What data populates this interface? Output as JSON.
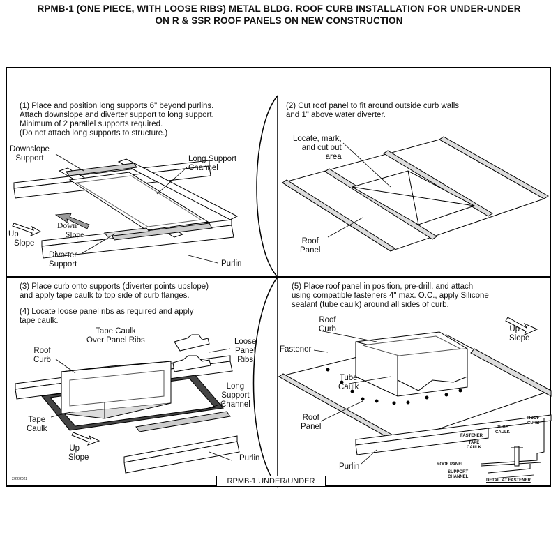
{
  "title": {
    "line1": "RPMB-1 (ONE PIECE, WITH LOOSE RIBS) METAL BLDG. ROOF CURB INSTALLATION FOR UNDER-UNDER",
    "line2": "ON R & SSR ROOF PANELS ON NEW CONSTRUCTION"
  },
  "step1": {
    "lines": [
      "(1) Place and position long supports 6\" beyond purlins.",
      "Attach downslope and diverter support to long support.",
      "Minimum of 2 parallel supports required.",
      "(Do not attach long supports to structure.)"
    ],
    "labels": {
      "downslope_support": [
        "Downslope",
        "Support"
      ],
      "long_support_channel": [
        "Long Support",
        "Channel"
      ],
      "up_slope": [
        "Up",
        "Slope"
      ],
      "down_slope": [
        "Down",
        "Slope"
      ],
      "diverter_support": [
        "Diverter",
        "Support"
      ],
      "purlin": "Purlin"
    }
  },
  "step2": {
    "lines": [
      "(2) Cut roof panel to fit around outside curb walls",
      "and 1\" above water diverter."
    ],
    "labels": {
      "locate": [
        "Locate, mark,",
        "and cut out",
        "area"
      ],
      "roof_panel": [
        "Roof",
        "Panel"
      ]
    }
  },
  "step3": {
    "lines": [
      "(3) Place curb onto supports (diverter points upslope)",
      "and apply tape caulk to top side of curb flanges."
    ]
  },
  "step4": {
    "lines": [
      "(4) Locate loose panel ribs as required and apply",
      "tape caulk."
    ],
    "labels": {
      "tape_caulk_over": [
        "Tape Caulk",
        "Over Panel Ribs"
      ],
      "loose_panel_ribs": [
        "Loose",
        "Panel",
        "Ribs"
      ],
      "roof_curb": [
        "Roof",
        "Curb"
      ],
      "long_support_channel": [
        "Long",
        "Support",
        "Channel"
      ],
      "tape_caulk": [
        "Tape",
        "Caulk"
      ],
      "up_slope": [
        "Up",
        "Slope"
      ],
      "purlin": "Purlin"
    }
  },
  "step5": {
    "lines": [
      "(5) Place roof panel in position, pre-drill, and attach",
      "using compatible fasteners 4\" max. O.C., apply Silicone",
      "sealant (tube caulk) around all sides of curb."
    ],
    "labels": {
      "roof_curb": [
        "Roof",
        "Curb"
      ],
      "up_slope": [
        "Up",
        "Slope"
      ],
      "fastener": "Fastener",
      "tube_caulk": [
        "Tube",
        "Caulk"
      ],
      "roof_panel": [
        "Roof",
        "Panel"
      ],
      "purlin": "Purlin"
    },
    "detail": {
      "roof_curb": [
        "ROOF",
        "CURB"
      ],
      "tube_caulk": [
        "TUBE",
        "CAULK"
      ],
      "fastener": "FASTENER",
      "tape_caulk": [
        "TAPE",
        "CAULK"
      ],
      "roof_panel": "ROOF PANEL",
      "support_channel": [
        "SUPPORT",
        "CHANNEL"
      ],
      "caption": "DETAIL AT FASTENER"
    }
  },
  "footer": "RPMB-1 UNDER/UNDER",
  "doc_date": "2/22/2022"
}
